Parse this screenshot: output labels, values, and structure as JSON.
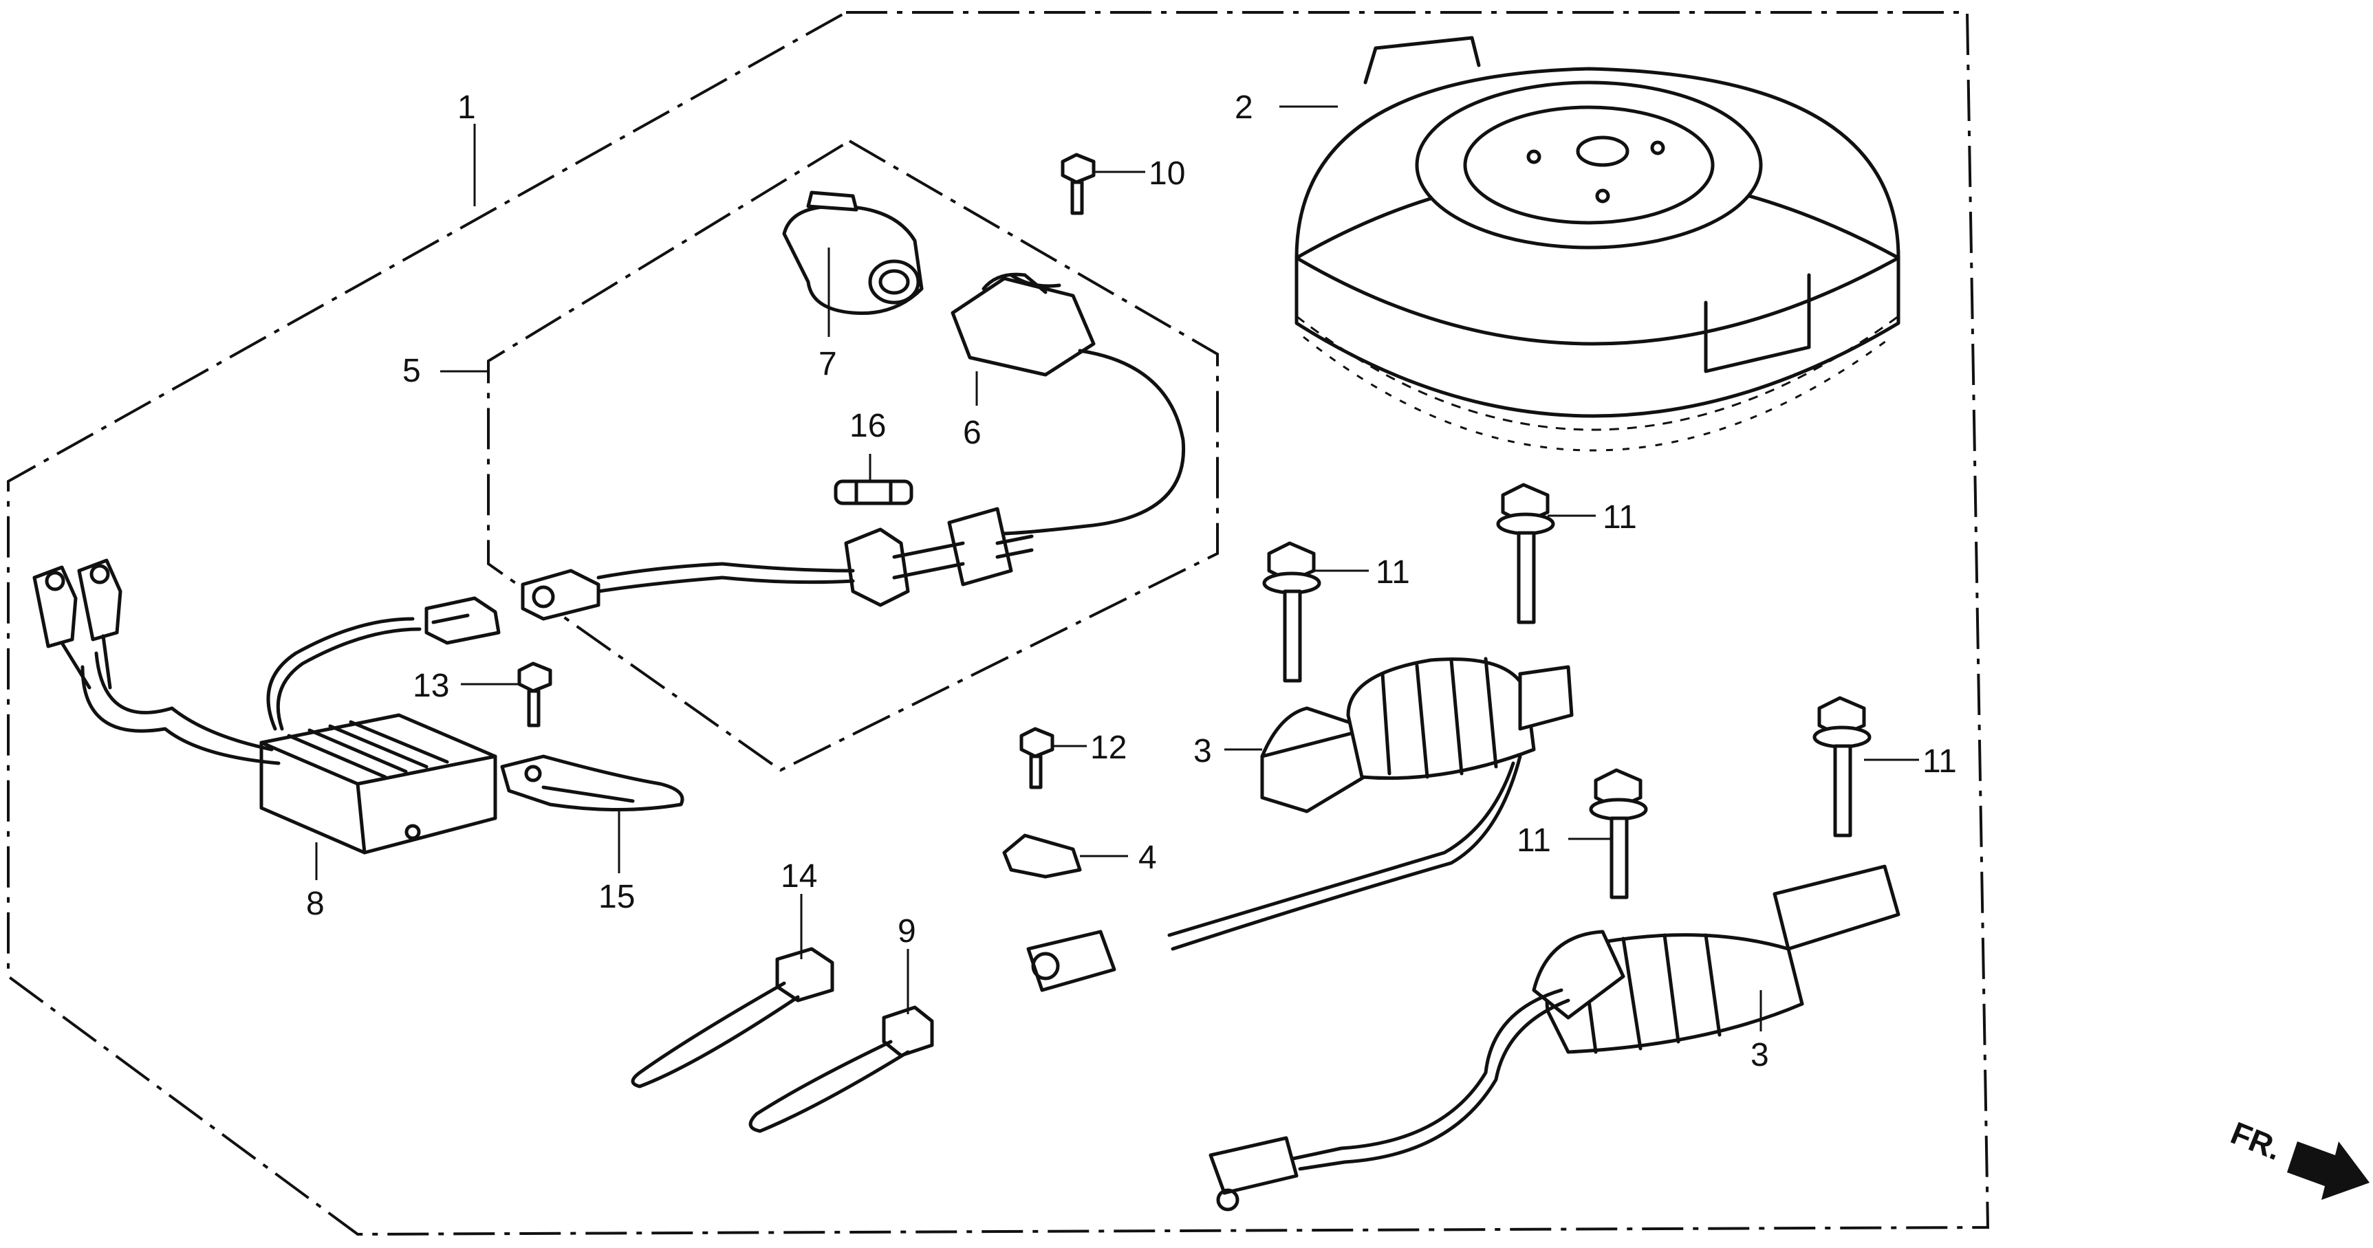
{
  "callouts": {
    "c1": "1",
    "c2": "2",
    "c3a": "3",
    "c3b": "3",
    "c4": "4",
    "c5": "5",
    "c6": "6",
    "c7": "7",
    "c8": "8",
    "c9": "9",
    "c10": "10",
    "c11a": "11",
    "c11b": "11",
    "c11c": "11",
    "c11d": "11",
    "c12": "12",
    "c13": "13",
    "c14": "14",
    "c15": "15",
    "c16": "16"
  },
  "direction_label": "FR.",
  "colors": {
    "ink": "#111111",
    "paper": "#ffffff"
  }
}
